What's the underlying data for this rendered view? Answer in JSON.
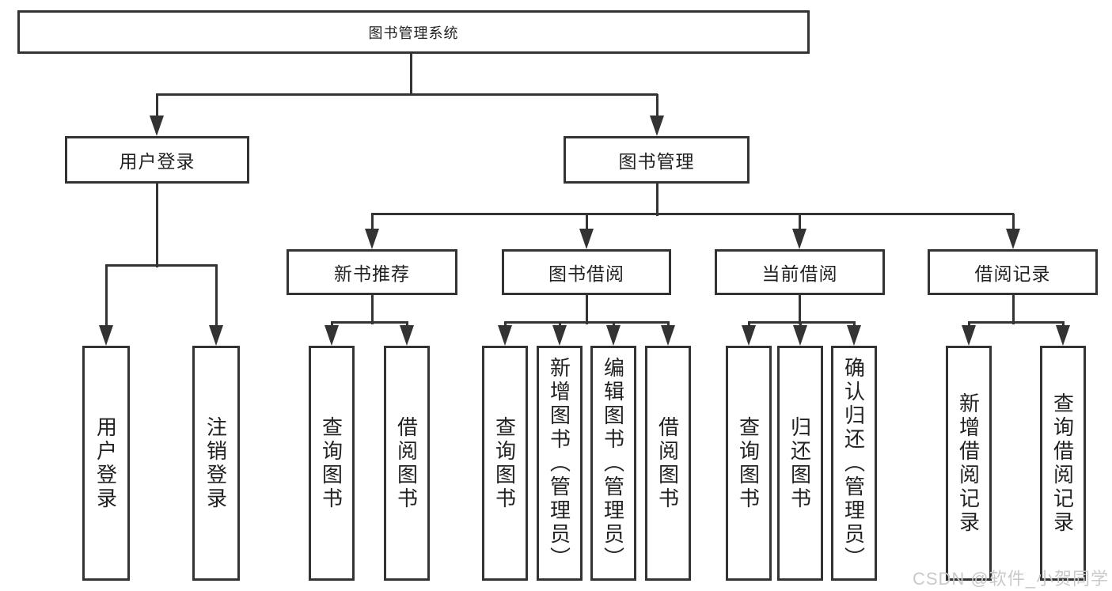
{
  "diagram": {
    "type": "hierarchy-tree",
    "watermark": "CSDN @软件_小贺同学",
    "colors": {
      "line": "#333333",
      "text": "#222222",
      "background": "#ffffff",
      "watermark": "#c9c9c9"
    }
  },
  "nodes": [
    {
      "id": "root",
      "label": "图书管理系统",
      "parent": null
    },
    {
      "id": "user-login",
      "label": "用户登录",
      "parent": "root"
    },
    {
      "id": "book-management",
      "label": "图书管理",
      "parent": "root"
    },
    {
      "id": "new-book-recommend",
      "label": "新书推荐",
      "parent": "book-management"
    },
    {
      "id": "book-borrowing",
      "label": "图书借阅",
      "parent": "book-management"
    },
    {
      "id": "current-borrowing",
      "label": "当前借阅",
      "parent": "book-management"
    },
    {
      "id": "borrowing-records",
      "label": "借阅记录",
      "parent": "book-management"
    },
    {
      "id": "leaf-user-login",
      "label": "用户登录",
      "parent": "user-login"
    },
    {
      "id": "leaf-logout",
      "label": "注销登录",
      "parent": "user-login"
    },
    {
      "id": "leaf-query-books-1",
      "label": "查询图书",
      "parent": "new-book-recommend"
    },
    {
      "id": "leaf-borrow-books-1",
      "label": "借阅图书",
      "parent": "new-book-recommend"
    },
    {
      "id": "leaf-query-books-2",
      "label": "查询图书",
      "parent": "book-borrowing"
    },
    {
      "id": "leaf-add-books-admin",
      "label": "新增图书（管理员）",
      "parent": "book-borrowing"
    },
    {
      "id": "leaf-edit-books-admin",
      "label": "编辑图书（管理员）",
      "parent": "book-borrowing"
    },
    {
      "id": "leaf-borrow-books-2",
      "label": "借阅图书",
      "parent": "book-borrowing"
    },
    {
      "id": "leaf-query-books-3",
      "label": "查询图书",
      "parent": "current-borrowing"
    },
    {
      "id": "leaf-return-books",
      "label": "归还图书",
      "parent": "current-borrowing"
    },
    {
      "id": "leaf-confirm-return",
      "label": "确认归还（管理员）",
      "parent": "current-borrowing"
    },
    {
      "id": "leaf-add-borrow-record",
      "label": "新增借阅记录",
      "parent": "borrowing-records"
    },
    {
      "id": "leaf-query-borrow-record",
      "label": "查询借阅记录",
      "parent": "borrowing-records"
    }
  ]
}
